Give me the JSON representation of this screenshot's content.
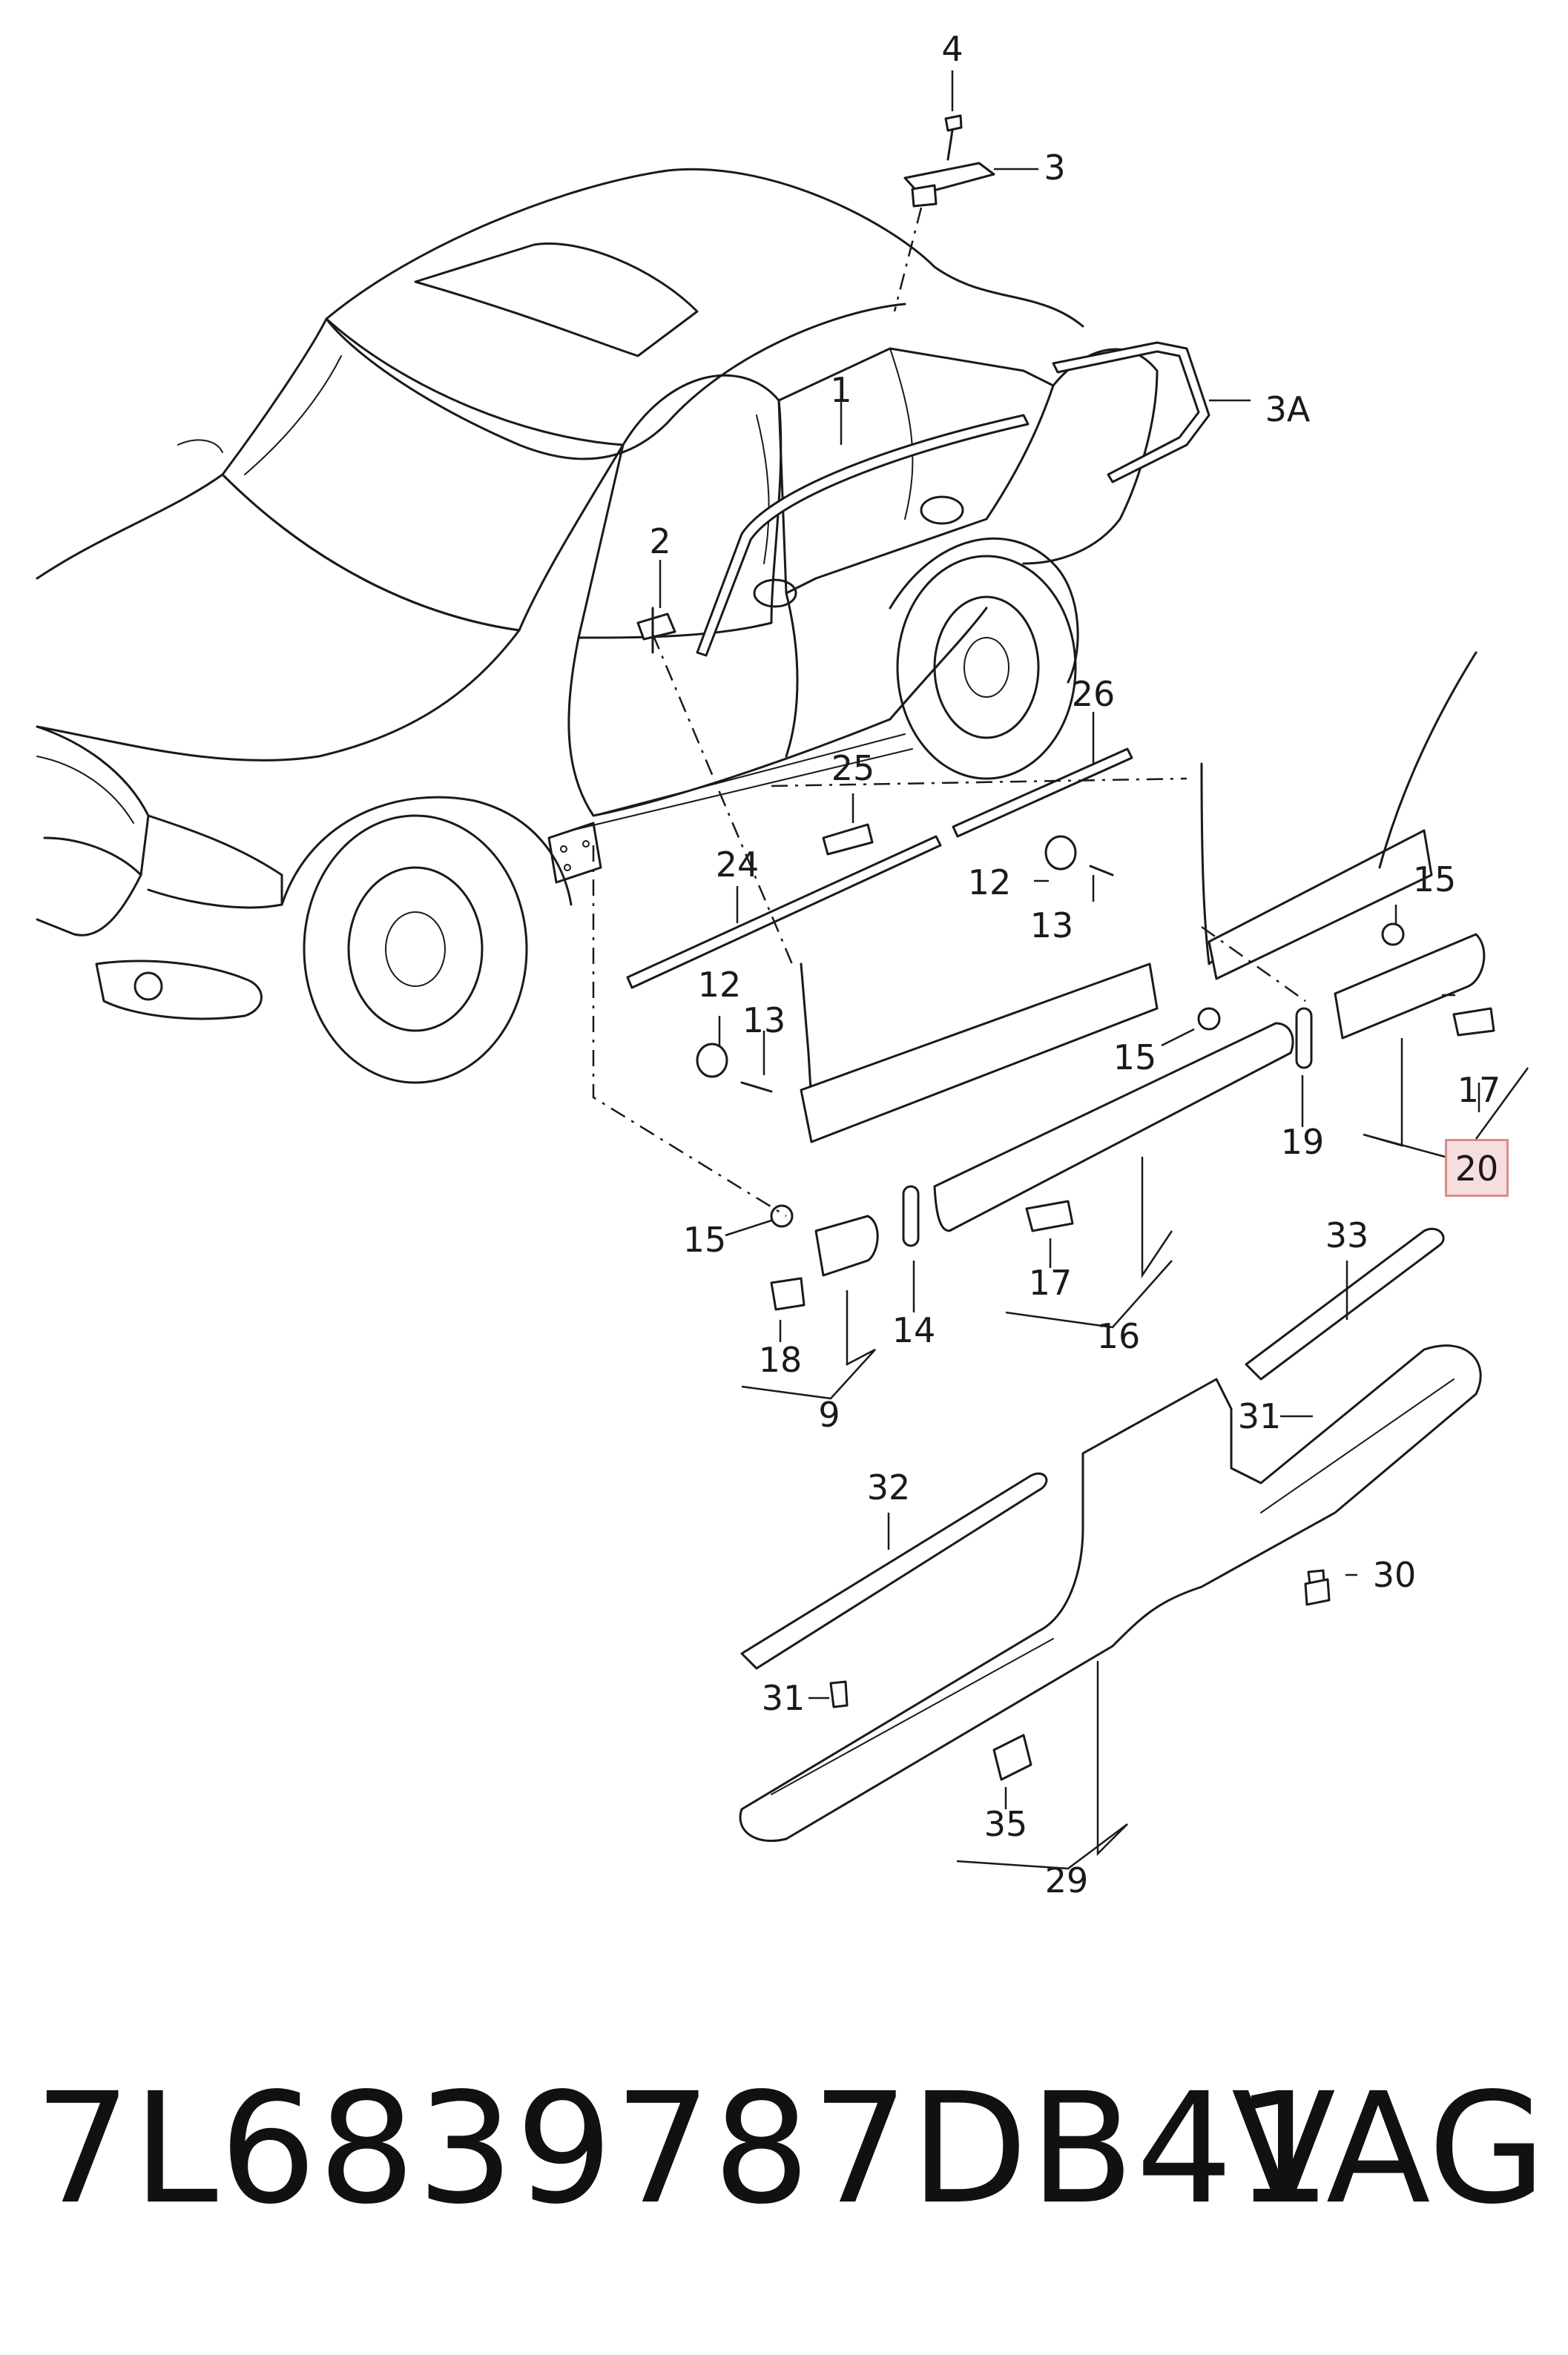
{
  "diagram": {
    "callouts": {
      "c1": "1",
      "c2": "2",
      "c3": "3",
      "c3a": "3A",
      "c4": "4",
      "c9": "9",
      "c12a": "12",
      "c12b": "12",
      "c13a": "13",
      "c13b": "13",
      "c14": "14",
      "c15a": "15",
      "c15b": "15",
      "c15c": "15",
      "c16": "16",
      "c17a": "17",
      "c17b": "17",
      "c18": "18",
      "c19": "19",
      "c20": "20",
      "c24": "24",
      "c25": "25",
      "c26": "26",
      "c29": "29",
      "c30": "30",
      "c31a": "31",
      "c31b": "31",
      "c32": "32",
      "c33": "33",
      "c35": "35"
    },
    "highlight_callout": "20",
    "highlight_color": "#f7dede"
  },
  "footer": {
    "part_number": "7L6839787DB41",
    "brand": "VAG"
  }
}
